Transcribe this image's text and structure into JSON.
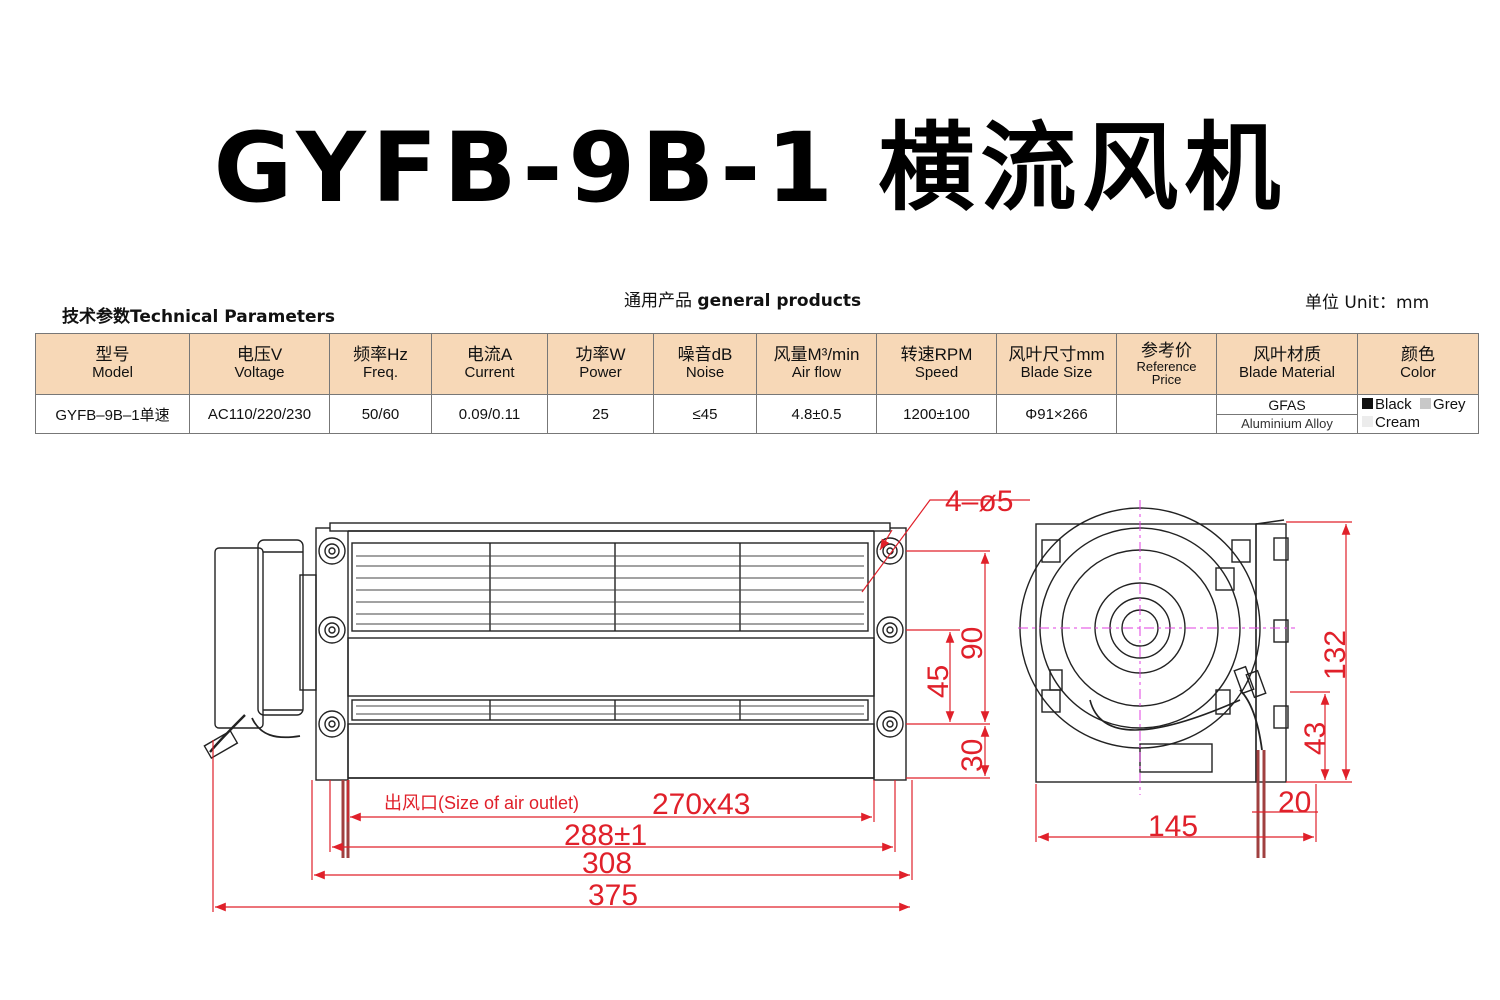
{
  "title": "GYFB-9B-1 横流风机",
  "labels": {
    "technical_parameters": "技术参数Technical Parameters",
    "general_zh": "通用产品",
    "general_en": "general products",
    "unit": "单位 Unit：mm"
  },
  "table": {
    "headers": {
      "model": {
        "zh": "型号",
        "en": "Model"
      },
      "voltage": {
        "zh": "电压V",
        "en": "Voltage"
      },
      "freq": {
        "zh": "频率Hz",
        "en": "Freq."
      },
      "current": {
        "zh": "电流A",
        "en": "Current"
      },
      "power": {
        "zh": "功率W",
        "en": "Power"
      },
      "noise": {
        "zh": "噪音dB",
        "en": "Noise"
      },
      "airflow": {
        "zh": "风量M³/min",
        "en": "Air flow"
      },
      "speed": {
        "zh": "转速RPM",
        "en": "Speed"
      },
      "blade_size": {
        "zh": "风叶尺寸mm",
        "en": "Blade Size"
      },
      "price": {
        "zh": "参考价",
        "en1": "Reference",
        "en2": "Price"
      },
      "blade_material": {
        "zh": "风叶材质",
        "en": "Blade Material"
      },
      "color": {
        "zh": "颜色",
        "en": "Color"
      }
    },
    "row": {
      "model": "GYFB–9B–1单速",
      "voltage": "AC110/220/230",
      "freq": "50/60",
      "current": "0.09/0.11",
      "power": "25",
      "noise": "≤45",
      "airflow": "4.8±0.5",
      "speed": "1200±100",
      "blade_size": "Φ91×266",
      "price": "",
      "material_top": "GFAS",
      "material_bottom": "Aluminium Alloy",
      "color_black": "Black",
      "color_grey": "Grey",
      "color_cream": "Cream"
    }
  },
  "colors": {
    "header_bg": "#f7d8b7",
    "swatch_black": "#111111",
    "swatch_grey": "#c8c8c8",
    "swatch_cream": "#ececec",
    "dimension_red": "#e0202a",
    "center_magenta": "#e040e0"
  },
  "dimensions": {
    "holes": "4–ø5",
    "air_outlet": "出风口(Size of  air outlet)",
    "outlet_size": "270x43",
    "d288": "288±1",
    "d308": "308",
    "d375": "375",
    "d90": "90",
    "d45": "45",
    "d30": "30",
    "d132": "132",
    "d43": "43",
    "d20": "20",
    "d145": "145"
  }
}
